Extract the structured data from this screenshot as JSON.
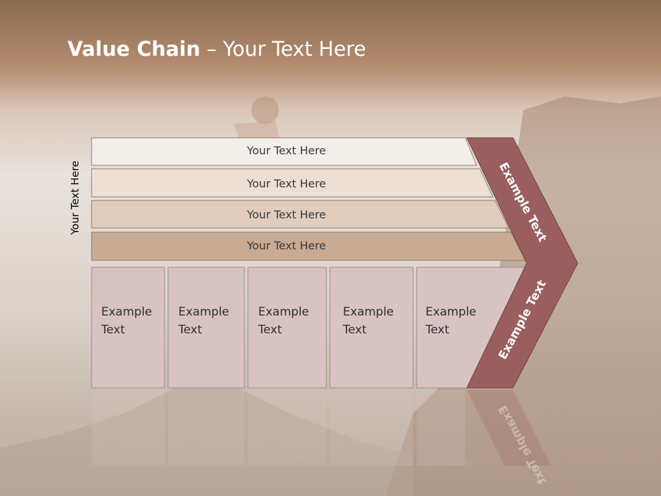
{
  "title": {
    "bold": "Value Chain",
    "rest": " – Your Text Here"
  },
  "side_label": "Your Text Here",
  "bars": [
    {
      "label": "Your Text Here",
      "color": "#f2eeea"
    },
    {
      "label": "Your Text Here",
      "color": "#ebdfd6"
    },
    {
      "label": "Your Text Here",
      "color": "#e0cdbe"
    },
    {
      "label": "Your Text Here",
      "color": "#c9aa92"
    }
  ],
  "boxes": [
    {
      "label": "Example\nText"
    },
    {
      "label": "Example\nText"
    },
    {
      "label": "Example\nText"
    },
    {
      "label": "Example\nText"
    },
    {
      "label": "Example\nText"
    }
  ],
  "chevron": {
    "top": "Example Text",
    "bottom": "Example Text",
    "color": "#9a5e5e"
  },
  "box_color": "#d8c3c3"
}
